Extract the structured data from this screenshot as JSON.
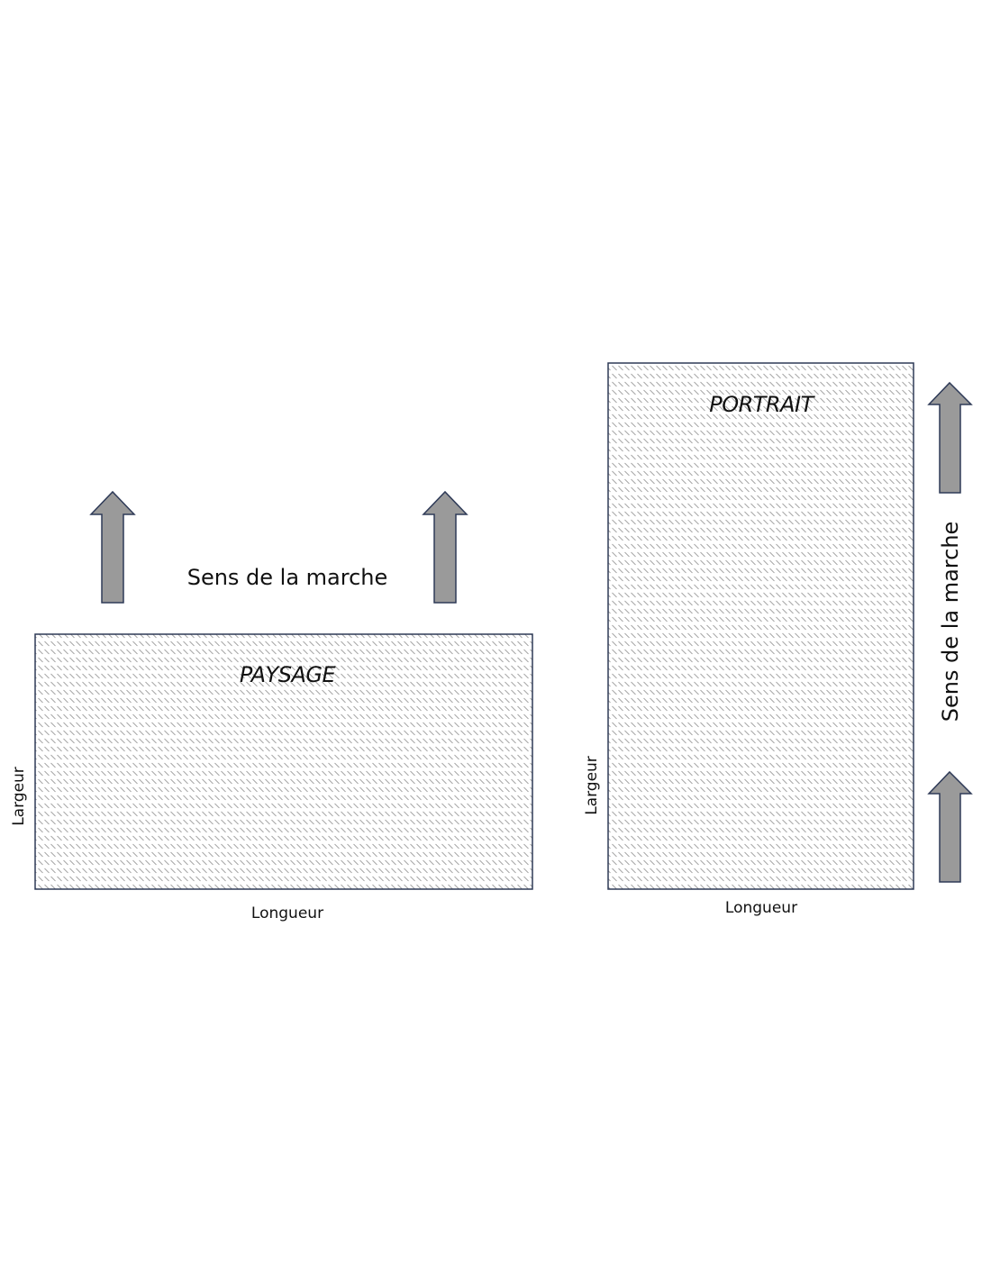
{
  "landscape": {
    "title": "PAYSAGE",
    "direction_label": "Sens de la marche",
    "width_label": "Largeur",
    "length_label": "Longueur"
  },
  "portrait": {
    "title": "PORTRAIT",
    "direction_label": "Sens de la marche",
    "width_label": "Largeur",
    "length_label": "Longueur"
  },
  "colors": {
    "frame_stroke": "#2e3a57",
    "hatch_line": "#8a8a8a",
    "arrow_fill": "#9a9a9a",
    "arrow_stroke": "#2e3a57"
  },
  "icons": {
    "direction_arrow": "up-arrow-icon"
  }
}
